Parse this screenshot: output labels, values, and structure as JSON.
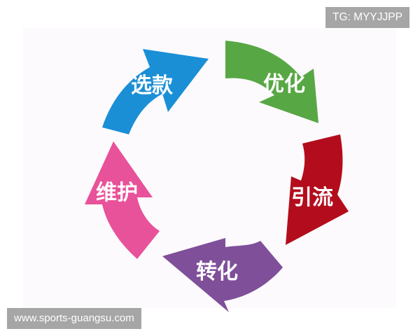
{
  "diagram": {
    "type": "cycle",
    "steps": [
      {
        "label": "选款",
        "color": "#1a8fd6",
        "position": "top-left"
      },
      {
        "label": "优化",
        "color": "#58a745",
        "position": "top-right"
      },
      {
        "label": "引流",
        "color": "#b30d1d",
        "position": "right"
      },
      {
        "label": "转化",
        "color": "#7f4f99",
        "position": "bottom"
      },
      {
        "label": "维护",
        "color": "#e8529a",
        "position": "left"
      }
    ],
    "background": "#fcfafc"
  },
  "watermarks": {
    "top_right": "TG: MYYJJPP",
    "bottom_left": "www.sports-guangsu.com"
  }
}
